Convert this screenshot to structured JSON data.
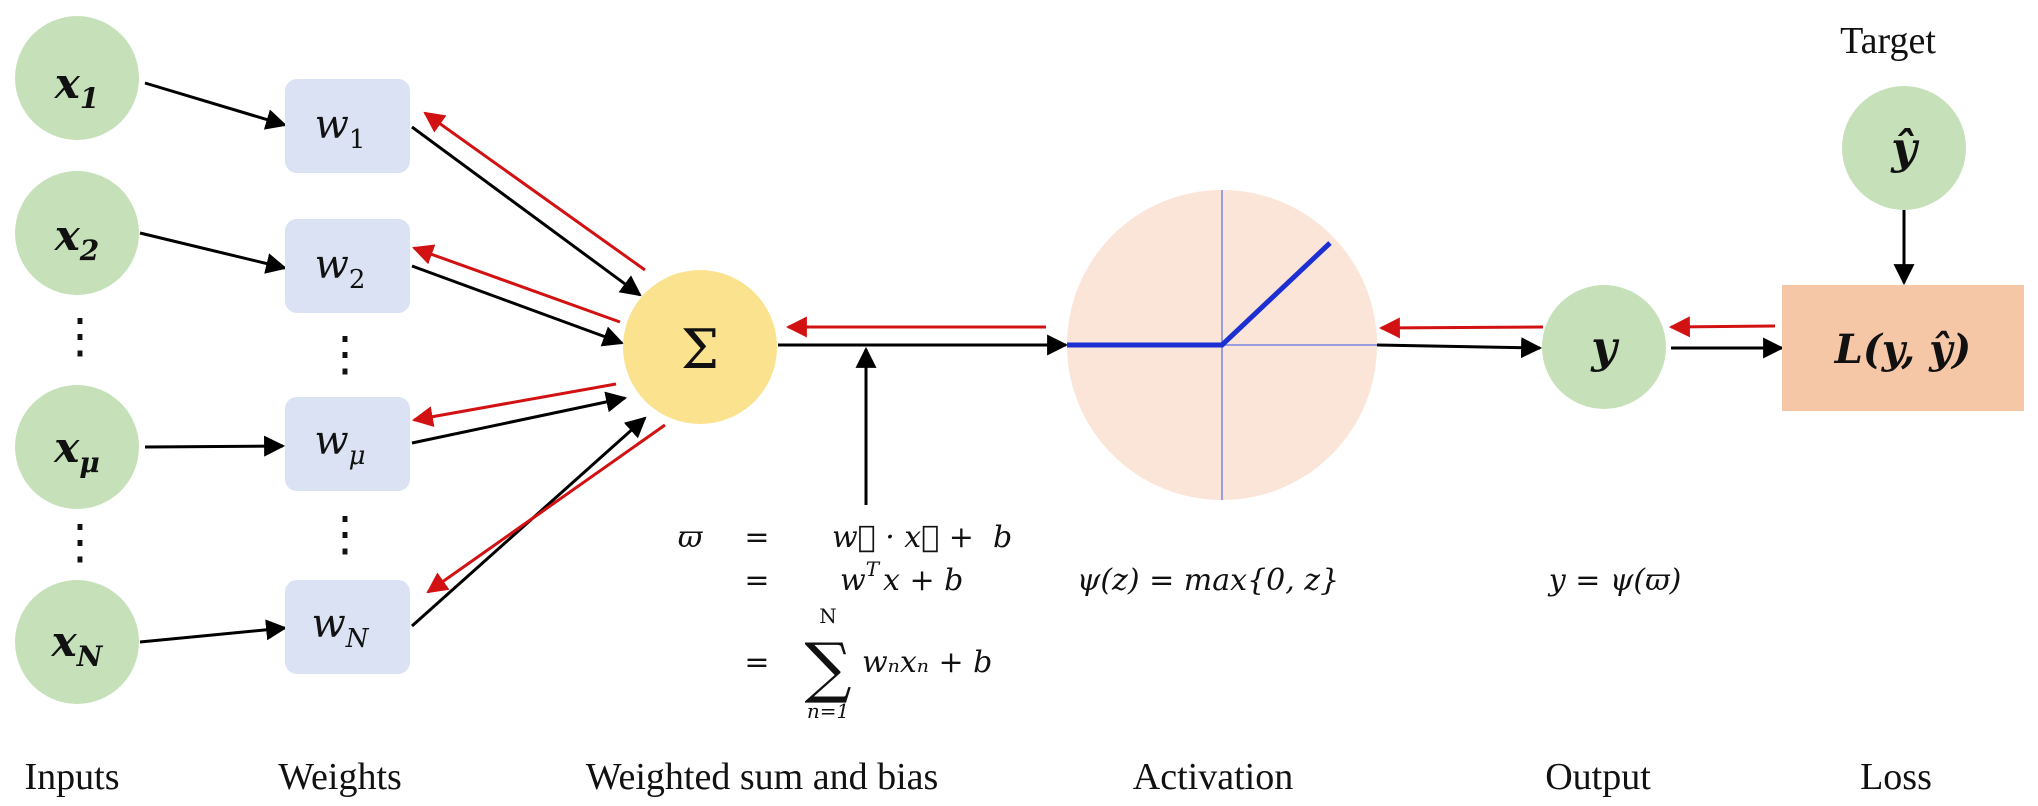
{
  "colors": {
    "input_fill": "#c6e1b9",
    "weight_fill": "#dae2f3",
    "sum_fill": "#fbe28f",
    "activation_fill": "#fbe5d8",
    "output_fill": "#c6e1b9",
    "loss_fill": "#f6c7a7",
    "forward_arrow": "#000000",
    "backward_arrow": "#d21212",
    "relu_line": "#1b2fd3",
    "relu_axis": "#7a86e0"
  },
  "inputs": {
    "x1": {
      "base": "x",
      "sub": "1"
    },
    "x2": {
      "base": "x",
      "sub": "2"
    },
    "xmu": {
      "base": "x",
      "sub": "μ"
    },
    "xN": {
      "base": "x",
      "sub": "N"
    },
    "dots": "⋮"
  },
  "weights": {
    "w1": {
      "base": "w",
      "sub": "1"
    },
    "w2": {
      "base": "w",
      "sub": "2"
    },
    "wmu": {
      "base": "w",
      "sub": "μ"
    },
    "wN": {
      "base": "w",
      "sub": "N"
    },
    "dots": "⋮"
  },
  "sum_symbol": "Σ",
  "target": {
    "label": "Target",
    "symbol": "ŷ"
  },
  "output_symbol": "y",
  "loss_expr": "L(y, ŷ)",
  "equations": {
    "varpi": "ϖ",
    "eq1": "=",
    "rhs1": "w⃗ · x⃗ +  b",
    "eq2": "=",
    "rhs2_base": "w",
    "rhs2_sup": "T",
    "rhs2_rest": "x + b",
    "eq3": "=",
    "sigma_top": "N",
    "sigma": "∑",
    "sigma_bottom": "n=1",
    "rhs3": "wₙxₙ + b",
    "activation_eq": "ψ(z) = max{0, z}",
    "output_eq": "y = ψ(ϖ)"
  },
  "labels": {
    "inputs": "Inputs",
    "weights": "Weights",
    "weighted_sum": "Weighted sum and bias",
    "activation": "Activation",
    "output": "Output",
    "loss": "Loss"
  }
}
